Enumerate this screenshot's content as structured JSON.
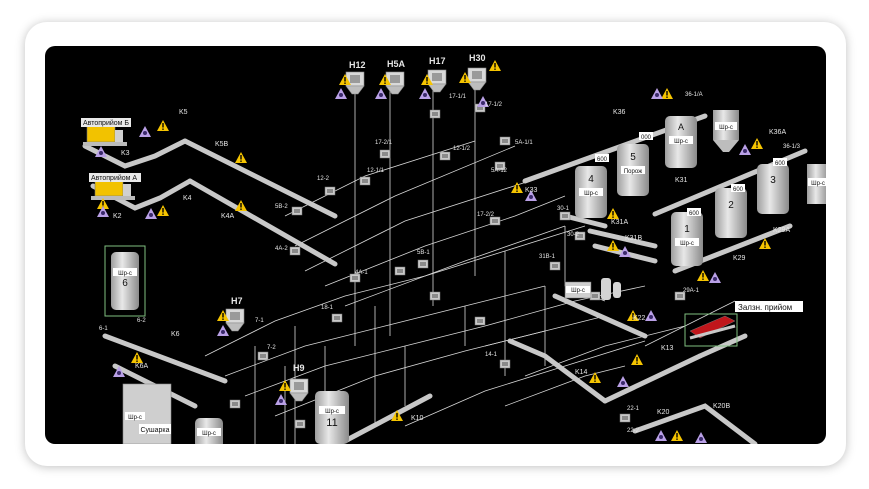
{
  "colors": {
    "background": "#000000",
    "pipe": "#c8c8c8",
    "wire": "#d8d8d8",
    "silo": "#cfcfcf",
    "warning": "#f5c400",
    "alarm": "#b9a0e6",
    "truck": "#f2c200",
    "intake": "#c0161b",
    "highlight_frame": "#7fbf7f"
  },
  "icons": {
    "warning": "warning-triangle-icon",
    "alarm": "alarm-bell-icon"
  },
  "hoppers": {
    "n12": "H12",
    "n5a": "H5A",
    "n17": "H17",
    "n30": "H30",
    "n7": "H7",
    "n9": "H9"
  },
  "intakes": {
    "b": "Автоприйом Б",
    "a": "Автоприйом А",
    "rail": "Залзн. прийом"
  },
  "conveyors": {
    "k3": "K3",
    "k2": "K2",
    "k5": "K5",
    "k5b": "K5B",
    "k4": "K4",
    "k4a": "K4A",
    "k6": "K6",
    "k6a": "K6A",
    "k10": "K10",
    "k36": "K36",
    "k36a": "K36A",
    "k33": "K33",
    "k31": "K31",
    "k31a": "K31A",
    "k31b": "K31B",
    "k29": "K29",
    "k29a": "K29A",
    "k22": "K22",
    "k13": "K13",
    "k14": "K14",
    "k20": "K20",
    "k20b": "K20B"
  },
  "nodes": {
    "n17_1_1": "17-1/1",
    "n17_1_2": "17-1/2",
    "n17_2_1": "17-2/1",
    "n12_1_2": "12-1/2",
    "n5a_1_1": "5A-1/1",
    "n5a_12": "5A-12",
    "n12_1_1": "12-1/1",
    "n12_2": "12-2",
    "n17_2_2": "17-2/2",
    "n5b_2": "5B-2",
    "n4a_2": "4A-2",
    "n4a_1": "4A-1",
    "n5b_1": "5B-1",
    "n18_1": "18-1",
    "n31b_1": "31B-1",
    "n30_2": "30-2",
    "n30_1": "30-1",
    "n29a_1": "29A-1",
    "n7_1": "7-1",
    "n7_2": "7-2",
    "n6_1": "6-1",
    "n6_2": "6-2",
    "n14_1": "14-1",
    "n22_1": "22-1",
    "n22_2": "22-2",
    "n36_1a": "36-1/A",
    "n36_1_3": "36-1/3"
  },
  "silos": {
    "s6": "6",
    "s4": "4",
    "s5": "5",
    "sA": "A",
    "s3": "3",
    "s2": "2",
    "s1": "1",
    "s11": "11",
    "shr": "Шр-с",
    "empty": "Порож",
    "dryer": "Сушарка"
  },
  "readouts": {
    "r600a": "600",
    "r600b": "600",
    "r600c": "600",
    "r600d": "600",
    "r000": "000"
  }
}
